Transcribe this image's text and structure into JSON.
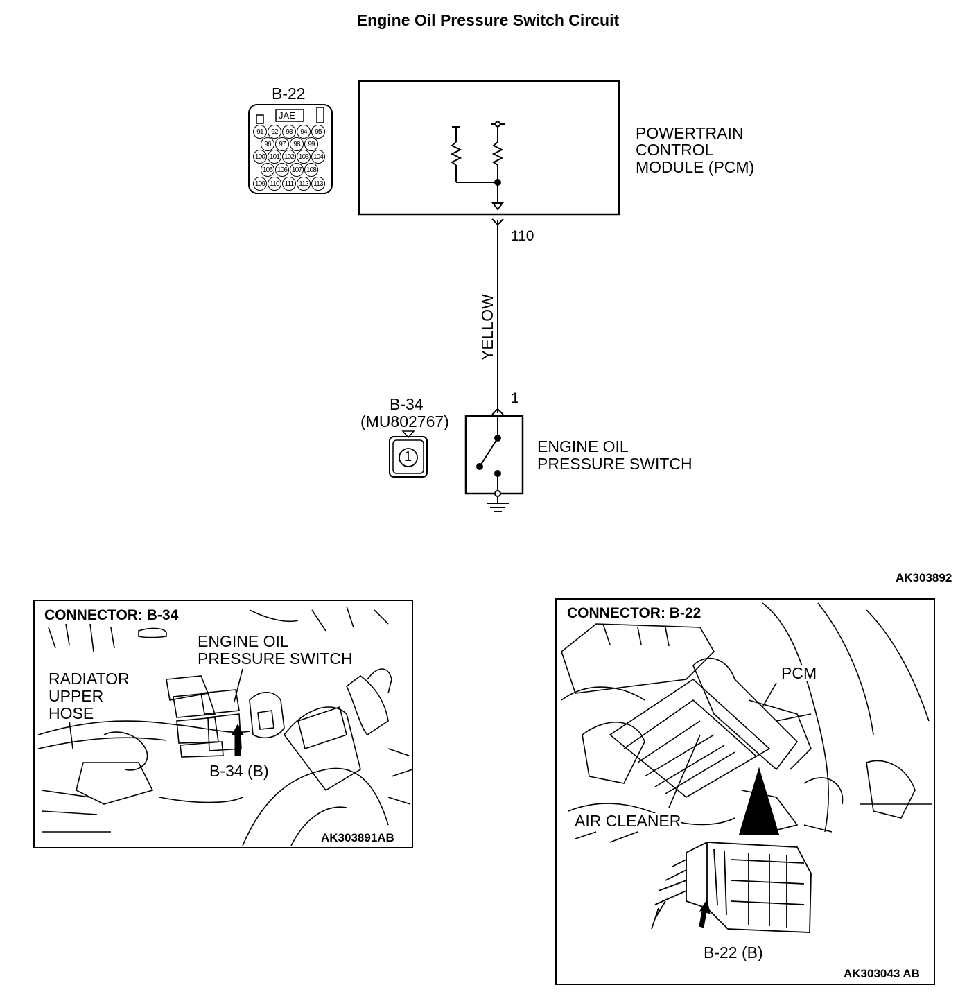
{
  "title": "Engine Oil Pressure Switch Circuit",
  "pcm": {
    "label_lines": [
      "POWERTRAIN",
      "CONTROL",
      "MODULE (PCM)"
    ]
  },
  "connector_b22": {
    "name": "B-22",
    "maker": "JAE",
    "pin_rows": [
      [
        "91",
        "92",
        "93",
        "94",
        "95"
      ],
      [
        "96",
        "97",
        "98",
        "99"
      ],
      [
        "100",
        "101",
        "102",
        "103",
        "104"
      ],
      [
        "105",
        "106",
        "107",
        "108"
      ],
      [
        "109",
        "110",
        "111",
        "112",
        "113"
      ]
    ]
  },
  "wire": {
    "pcm_terminal": "110",
    "color": "YELLOW",
    "switch_terminal": "1"
  },
  "connector_b34": {
    "name": "B-34",
    "part": "(MU802767)",
    "pin": "1"
  },
  "switch": {
    "label_lines": [
      "ENGINE OIL",
      "PRESSURE SWITCH"
    ]
  },
  "figure_code": "AK303892",
  "inset_b34": {
    "heading": "CONNECTOR: B-34",
    "callout_switch": [
      "ENGINE OIL",
      "PRESSURE SWITCH"
    ],
    "callout_hose": [
      "RADIATOR",
      "UPPER",
      "HOSE"
    ],
    "callout_connector": "B-34 (B)",
    "code": "AK303891AB"
  },
  "inset_b22": {
    "heading": "CONNECTOR: B-22",
    "callout_pcm": "PCM",
    "callout_air": "AIR CLEANER",
    "callout_connector": "B-22 (B)",
    "code": "AK303043 AB"
  }
}
